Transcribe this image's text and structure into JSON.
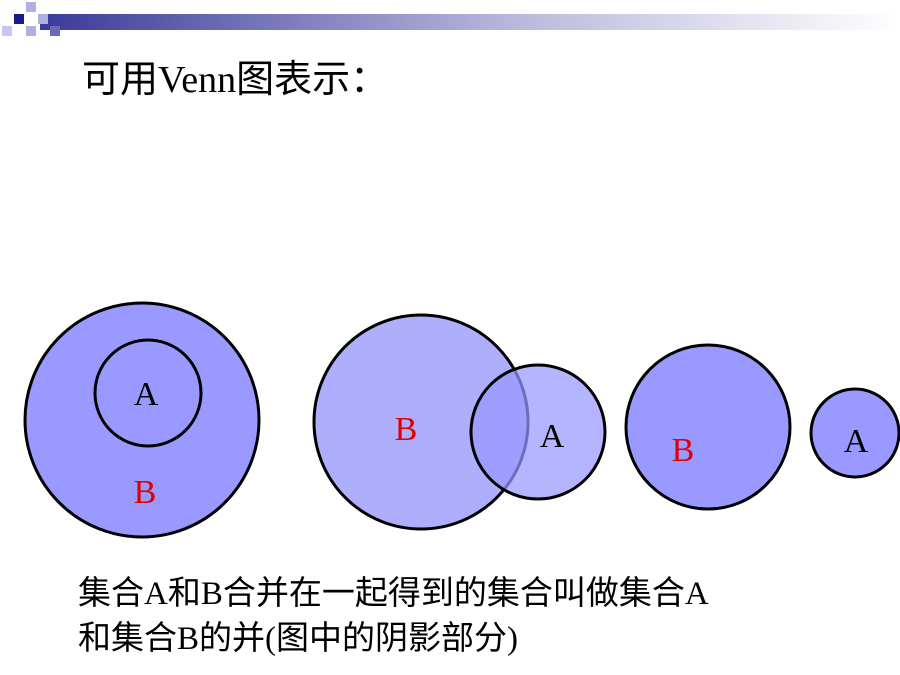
{
  "header": {
    "colors": {
      "square_dark": "#1a1a8c",
      "square_light": "#b0b0e0",
      "gradient_start": "#3a3a9a",
      "gradient_end": "#ffffff"
    }
  },
  "title": "可用Venn图表示：",
  "colors": {
    "circle_fill_dark": "#9999ff",
    "circle_fill_light": "#aeaefc",
    "circle_stroke": "#000000",
    "label_black": "#000000",
    "label_red": "#e00000"
  },
  "diagrams": {
    "nested": {
      "outer_label": "B",
      "inner_label": "A"
    },
    "overlap": {
      "left_label": "B",
      "right_label": "A"
    },
    "disjoint": {
      "left_label": "B",
      "right_label": "A"
    }
  },
  "caption": {
    "line1": "集合A和B合并在一起得到的集合叫做集合A",
    "line2": "和集合B的并(图中的阴影部分)"
  }
}
